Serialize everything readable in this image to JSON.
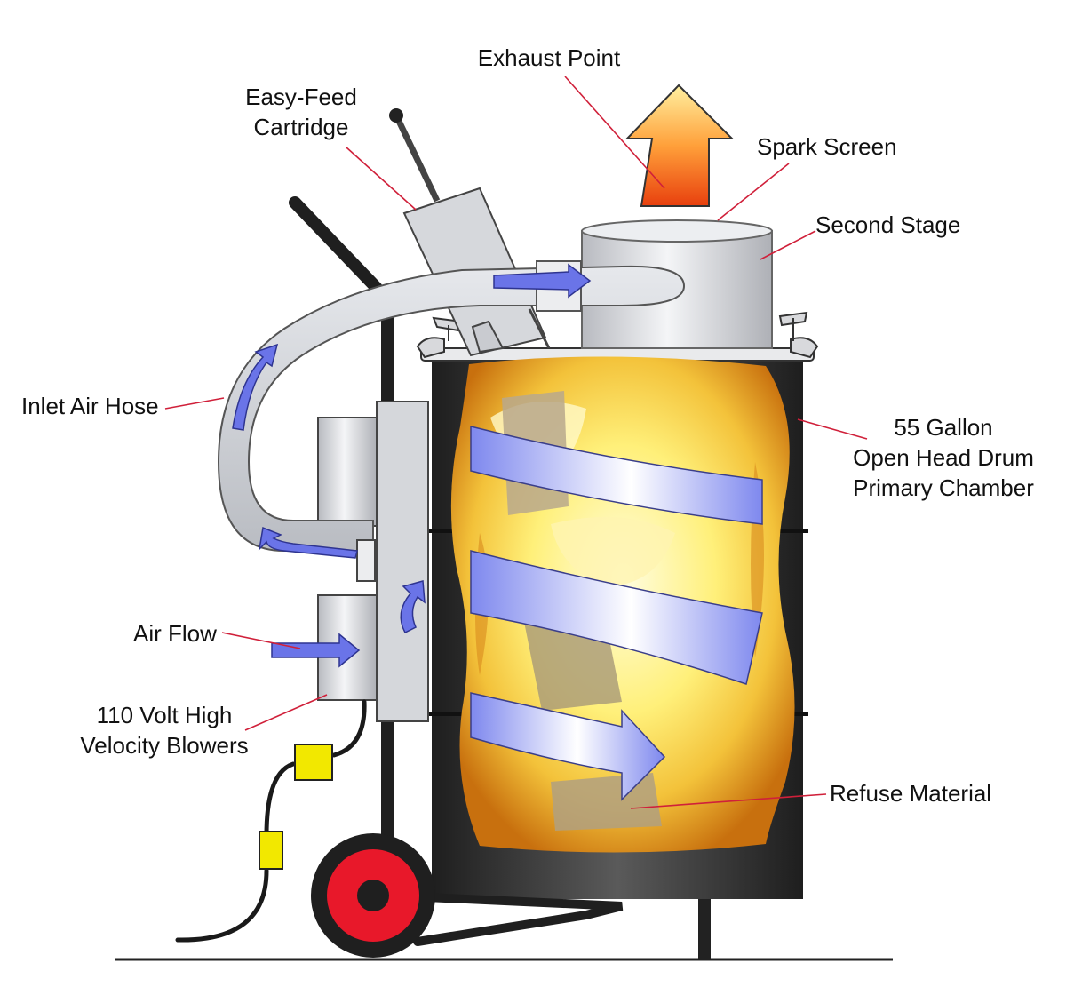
{
  "labels": {
    "exhaust_point": "Exhaust Point",
    "easy_feed_line1": "Easy-Feed",
    "easy_feed_line2": "Cartridge",
    "spark_screen": "Spark Screen",
    "second_stage": "Second Stage",
    "inlet_air_hose": "Inlet Air Hose",
    "drum_line1": "55 Gallon",
    "drum_line2": "Open Head Drum",
    "drum_line3": "Primary Chamber",
    "air_flow": "Air Flow",
    "blowers_line1": "110 Volt High",
    "blowers_line2": "Velocity Blowers",
    "refuse_material": "Refuse Material"
  },
  "colors": {
    "leader_line": "#d0203a",
    "flow_arrow": "#6a74e8",
    "drum": "#2e2e2e",
    "fire_inner": "#fff6a8",
    "fire_outer": "#c8700e",
    "wheel": "#e8182a",
    "plug": "#f2e800",
    "steel": "#d4d6da"
  }
}
